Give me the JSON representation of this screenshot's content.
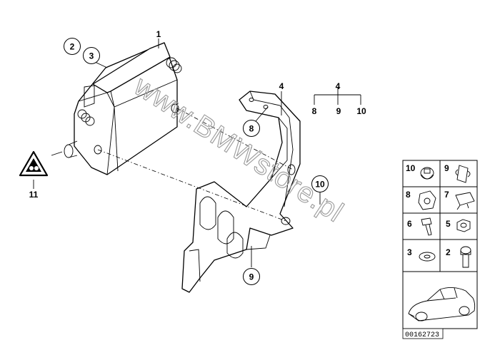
{
  "watermark": "www.BMWstore.pl",
  "callouts": {
    "c1": "1",
    "c2": "2",
    "c3": "3",
    "c4a": "4",
    "c4b": "4",
    "c8top": "8",
    "c9top": "9",
    "c10top": "10",
    "c8": "8",
    "c9": "9",
    "c10": "10",
    "c11": "11"
  },
  "legend": {
    "cells": [
      "10",
      "9",
      "8",
      "7",
      "6",
      "5",
      "3",
      "2"
    ]
  },
  "document_number": "00162723",
  "colors": {
    "line": "#000000",
    "watermark": "#9a9a9a",
    "background": "#ffffff"
  }
}
